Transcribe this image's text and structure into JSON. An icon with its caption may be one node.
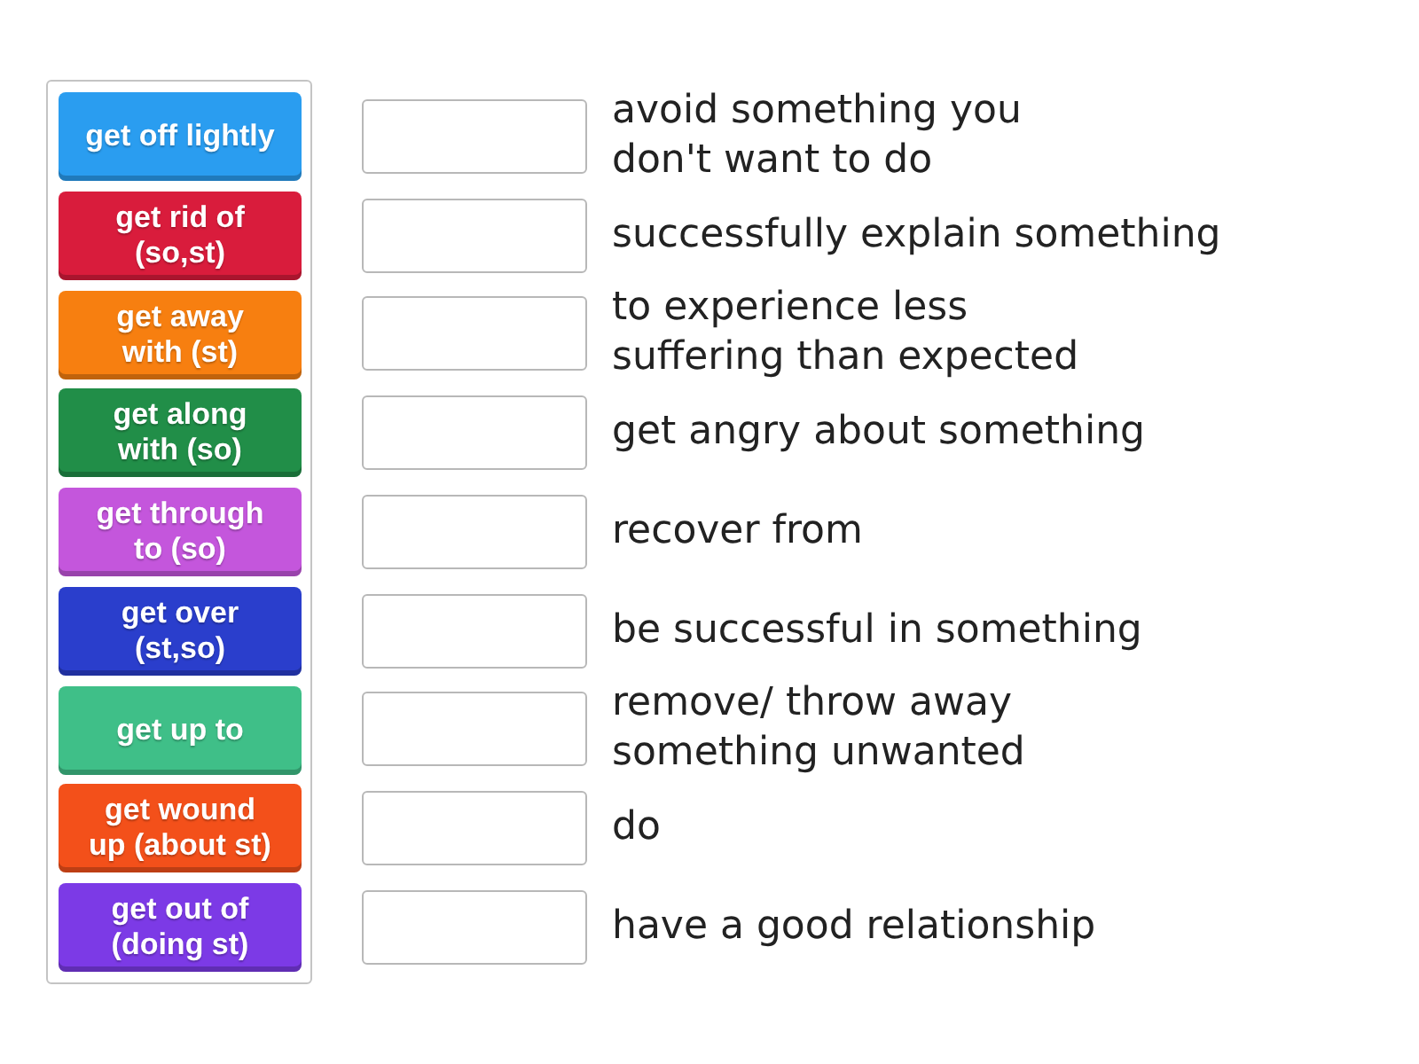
{
  "diagram": {
    "nodes": [
      {
        "text": [],
        "shape": "box"
      },
      {
        "text": [
          "get off lightly"
        ],
        "in": 0
      },
      {
        "text": [
          "get rid of (so,st)"
        ],
        "in": 0
      },
      {
        "text": [
          "get away with (st)"
        ],
        "in": 0
      },
      {
        "text": [
          "get along with (so)"
        ],
        "in": 0
      },
      {
        "text": [
          "get through to (so)"
        ],
        "in": 0
      },
      {
        "text": [
          "get over (st,so)"
        ],
        "in": 0
      },
      {
        "text": [
          "get up to"
        ],
        "in": 0
      },
      {
        "text": [
          "get wound up (about st)"
        ],
        "in": 0
      },
      {
        "text": [
          "get out of (doing st)"
        ],
        "in": 0
      },
      {
        "text": [],
        "shape": "box",
        "beside": [
          "avoid something you don't want to do"
        ]
      },
      {
        "text": [],
        "shape": "box",
        "beside": [
          "successfully explain something"
        ]
      },
      {
        "text": [],
        "shape": "box",
        "beside": [
          "to experience less suffering than expected"
        ]
      },
      {
        "text": [],
        "shape": "box",
        "beside": [
          "get angry about something"
        ]
      },
      {
        "text": [],
        "shape": "box",
        "beside": [
          "recover from"
        ]
      },
      {
        "text": [],
        "shape": "box",
        "beside": [
          "be successful in something"
        ]
      },
      {
        "text": [],
        "shape": "box",
        "beside": [
          "remove/ throw away something unwanted"
        ]
      },
      {
        "text": [],
        "shape": "box",
        "beside": [
          "do"
        ]
      },
      {
        "text": [],
        "shape": "box",
        "beside": [
          "have a good relationship"
        ]
      }
    ]
  }
}
